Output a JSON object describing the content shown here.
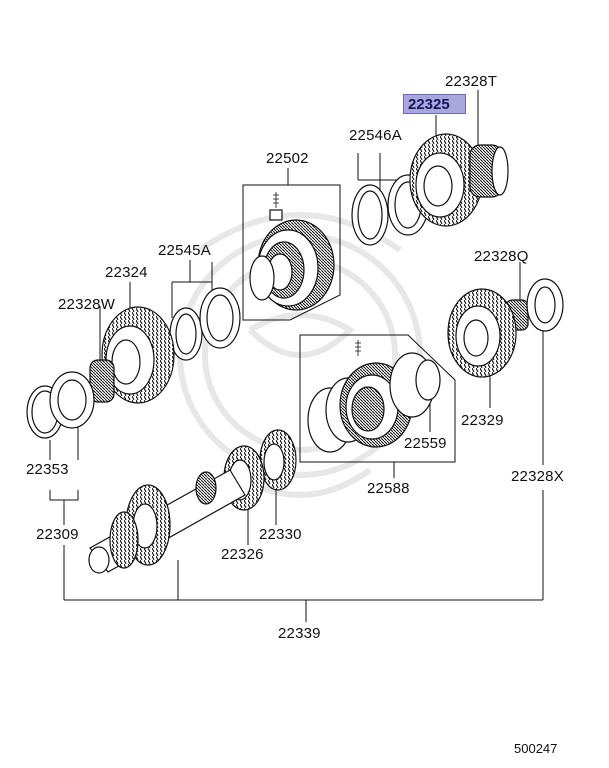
{
  "diagram": {
    "highlighted_part": "22325",
    "diagram_code": "500247",
    "labels": {
      "p22328T": "22328T",
      "p22325": "22325",
      "p22546A": "22546A",
      "p22502": "22502",
      "p22545A": "22545A",
      "p22324": "22324",
      "p22328W": "22328W",
      "p22328Q": "22328Q",
      "p22329": "22329",
      "p22559": "22559",
      "p22588": "22588",
      "p22353": "22353",
      "p22328X": "22328X",
      "p22309": "22309",
      "p22330": "22330",
      "p22326": "22326",
      "p22339": "22339"
    },
    "colors": {
      "highlight_fill": "#a9a6dc",
      "highlight_border": "#6d68b8",
      "line": "#111111",
      "watermark": "#e7e7e7"
    }
  }
}
